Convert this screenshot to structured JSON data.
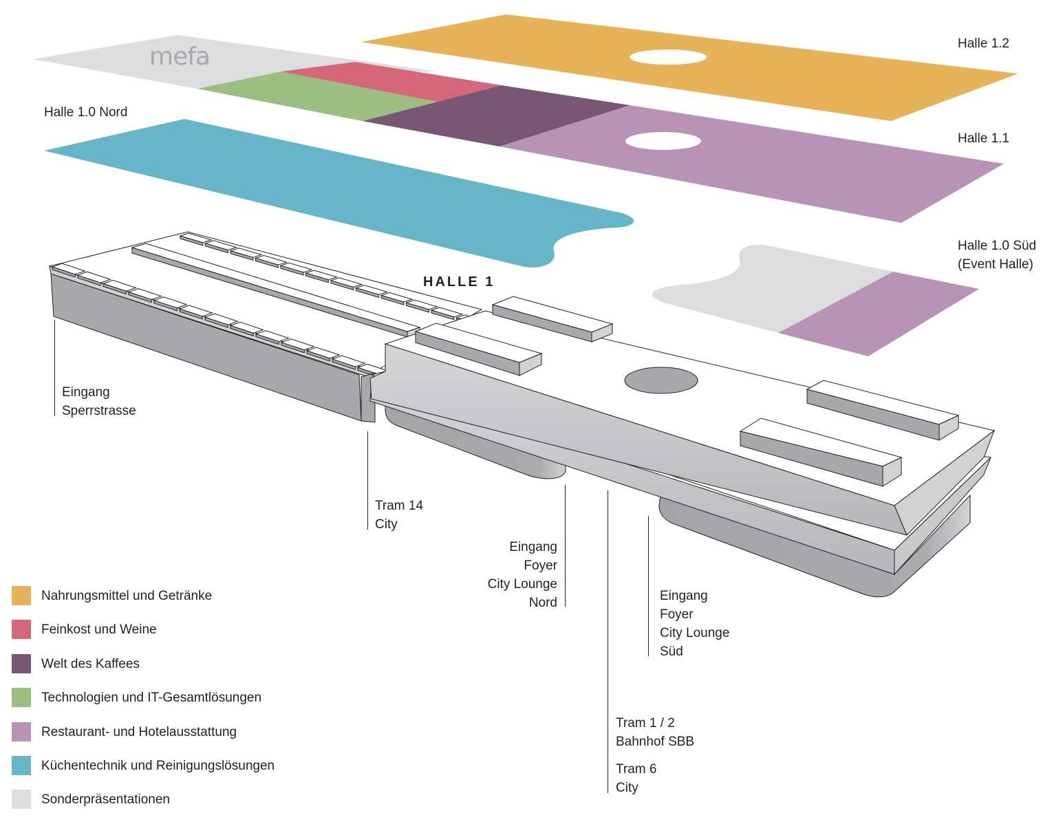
{
  "logo": "mefa",
  "building_label": "HALLE 1",
  "floor_labels": {
    "halle_1_2": "Halle 1.2",
    "halle_1_1": "Halle 1.1",
    "halle_1_0_nord": "Halle 1.0 Nord",
    "halle_1_0_sued_line1": "Halle 1.0 Süd",
    "halle_1_0_sued_line2": "(Event Halle)"
  },
  "colors": {
    "nahrungsmittel": "#e7b35a",
    "feinkost": "#d5677a",
    "kaffee": "#7a5675",
    "technologie": "#9bbf82",
    "restaurant": "#b993b5",
    "kuechentechnik": "#67b5c8",
    "sonder": "#dcdddf"
  },
  "entrances": {
    "sperrstrasse": [
      "Eingang",
      "Sperrstrasse"
    ],
    "tram14": [
      "Tram 14",
      "City"
    ],
    "foyer_nord": [
      "Eingang",
      "Foyer",
      "City Lounge",
      "Nord"
    ],
    "foyer_sued": [
      "Eingang",
      "Foyer",
      "City Lounge",
      "Süd"
    ],
    "tram12": [
      "Tram 1 / 2",
      "Bahnhof SBB"
    ],
    "tram6": [
      "Tram 6",
      "City"
    ]
  },
  "legend": [
    {
      "label": "Nahrungsmittel und Getränke",
      "color": "#e7b35a"
    },
    {
      "label": "Feinkost und Weine",
      "color": "#d5677a"
    },
    {
      "label": "Welt des Kaffees",
      "color": "#7a5675"
    },
    {
      "label": "Technologien und IT-Gesamtlösungen",
      "color": "#9bbf82"
    },
    {
      "label": "Restaurant- und Hotelausstattung",
      "color": "#b993b5"
    },
    {
      "label": "Küchentechnik und Reinigungslösungen",
      "color": "#67b5c8"
    },
    {
      "label": "Sonderpräsentationen",
      "color": "#dcdddf"
    }
  ]
}
